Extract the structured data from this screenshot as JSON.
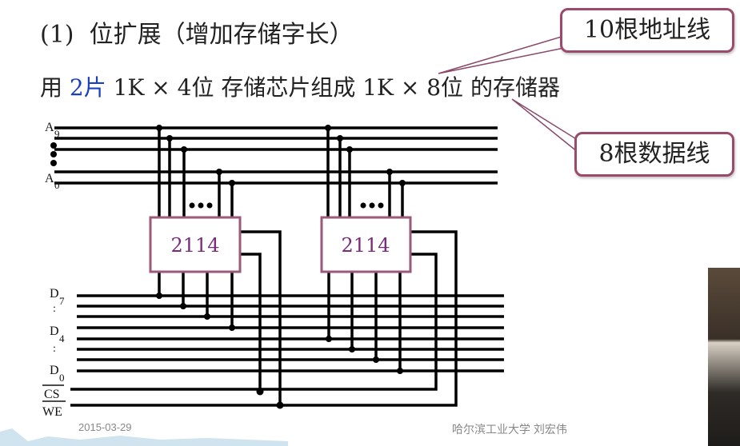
{
  "title": "(1)  位扩展（增加存储字长）",
  "subtitle": {
    "prefix": "用 ",
    "count": "2片",
    "middle": " 1K × 4位 存储芯片组成 1K × 8位 的存储器"
  },
  "callouts": {
    "address": "10根地址线",
    "data": "8根数据线"
  },
  "diagram": {
    "chip_label": "2114",
    "labels": {
      "a_top": "A",
      "a_top_sub": "9",
      "a_bot": "A",
      "a_bot_sub": "0",
      "d7": "D",
      "d7_sub": "7",
      "d4": "D",
      "d4_sub": "4",
      "d0": "D",
      "d0_sub": "0",
      "cs": "CS",
      "we": "WE"
    },
    "colors": {
      "chip_border": "#9a5a7a",
      "chip_text": "#7a2a7a",
      "wire": "#000000"
    }
  },
  "footer": {
    "date": "2015-03-29",
    "author": "哈尔滨工业大学  刘宏伟"
  }
}
